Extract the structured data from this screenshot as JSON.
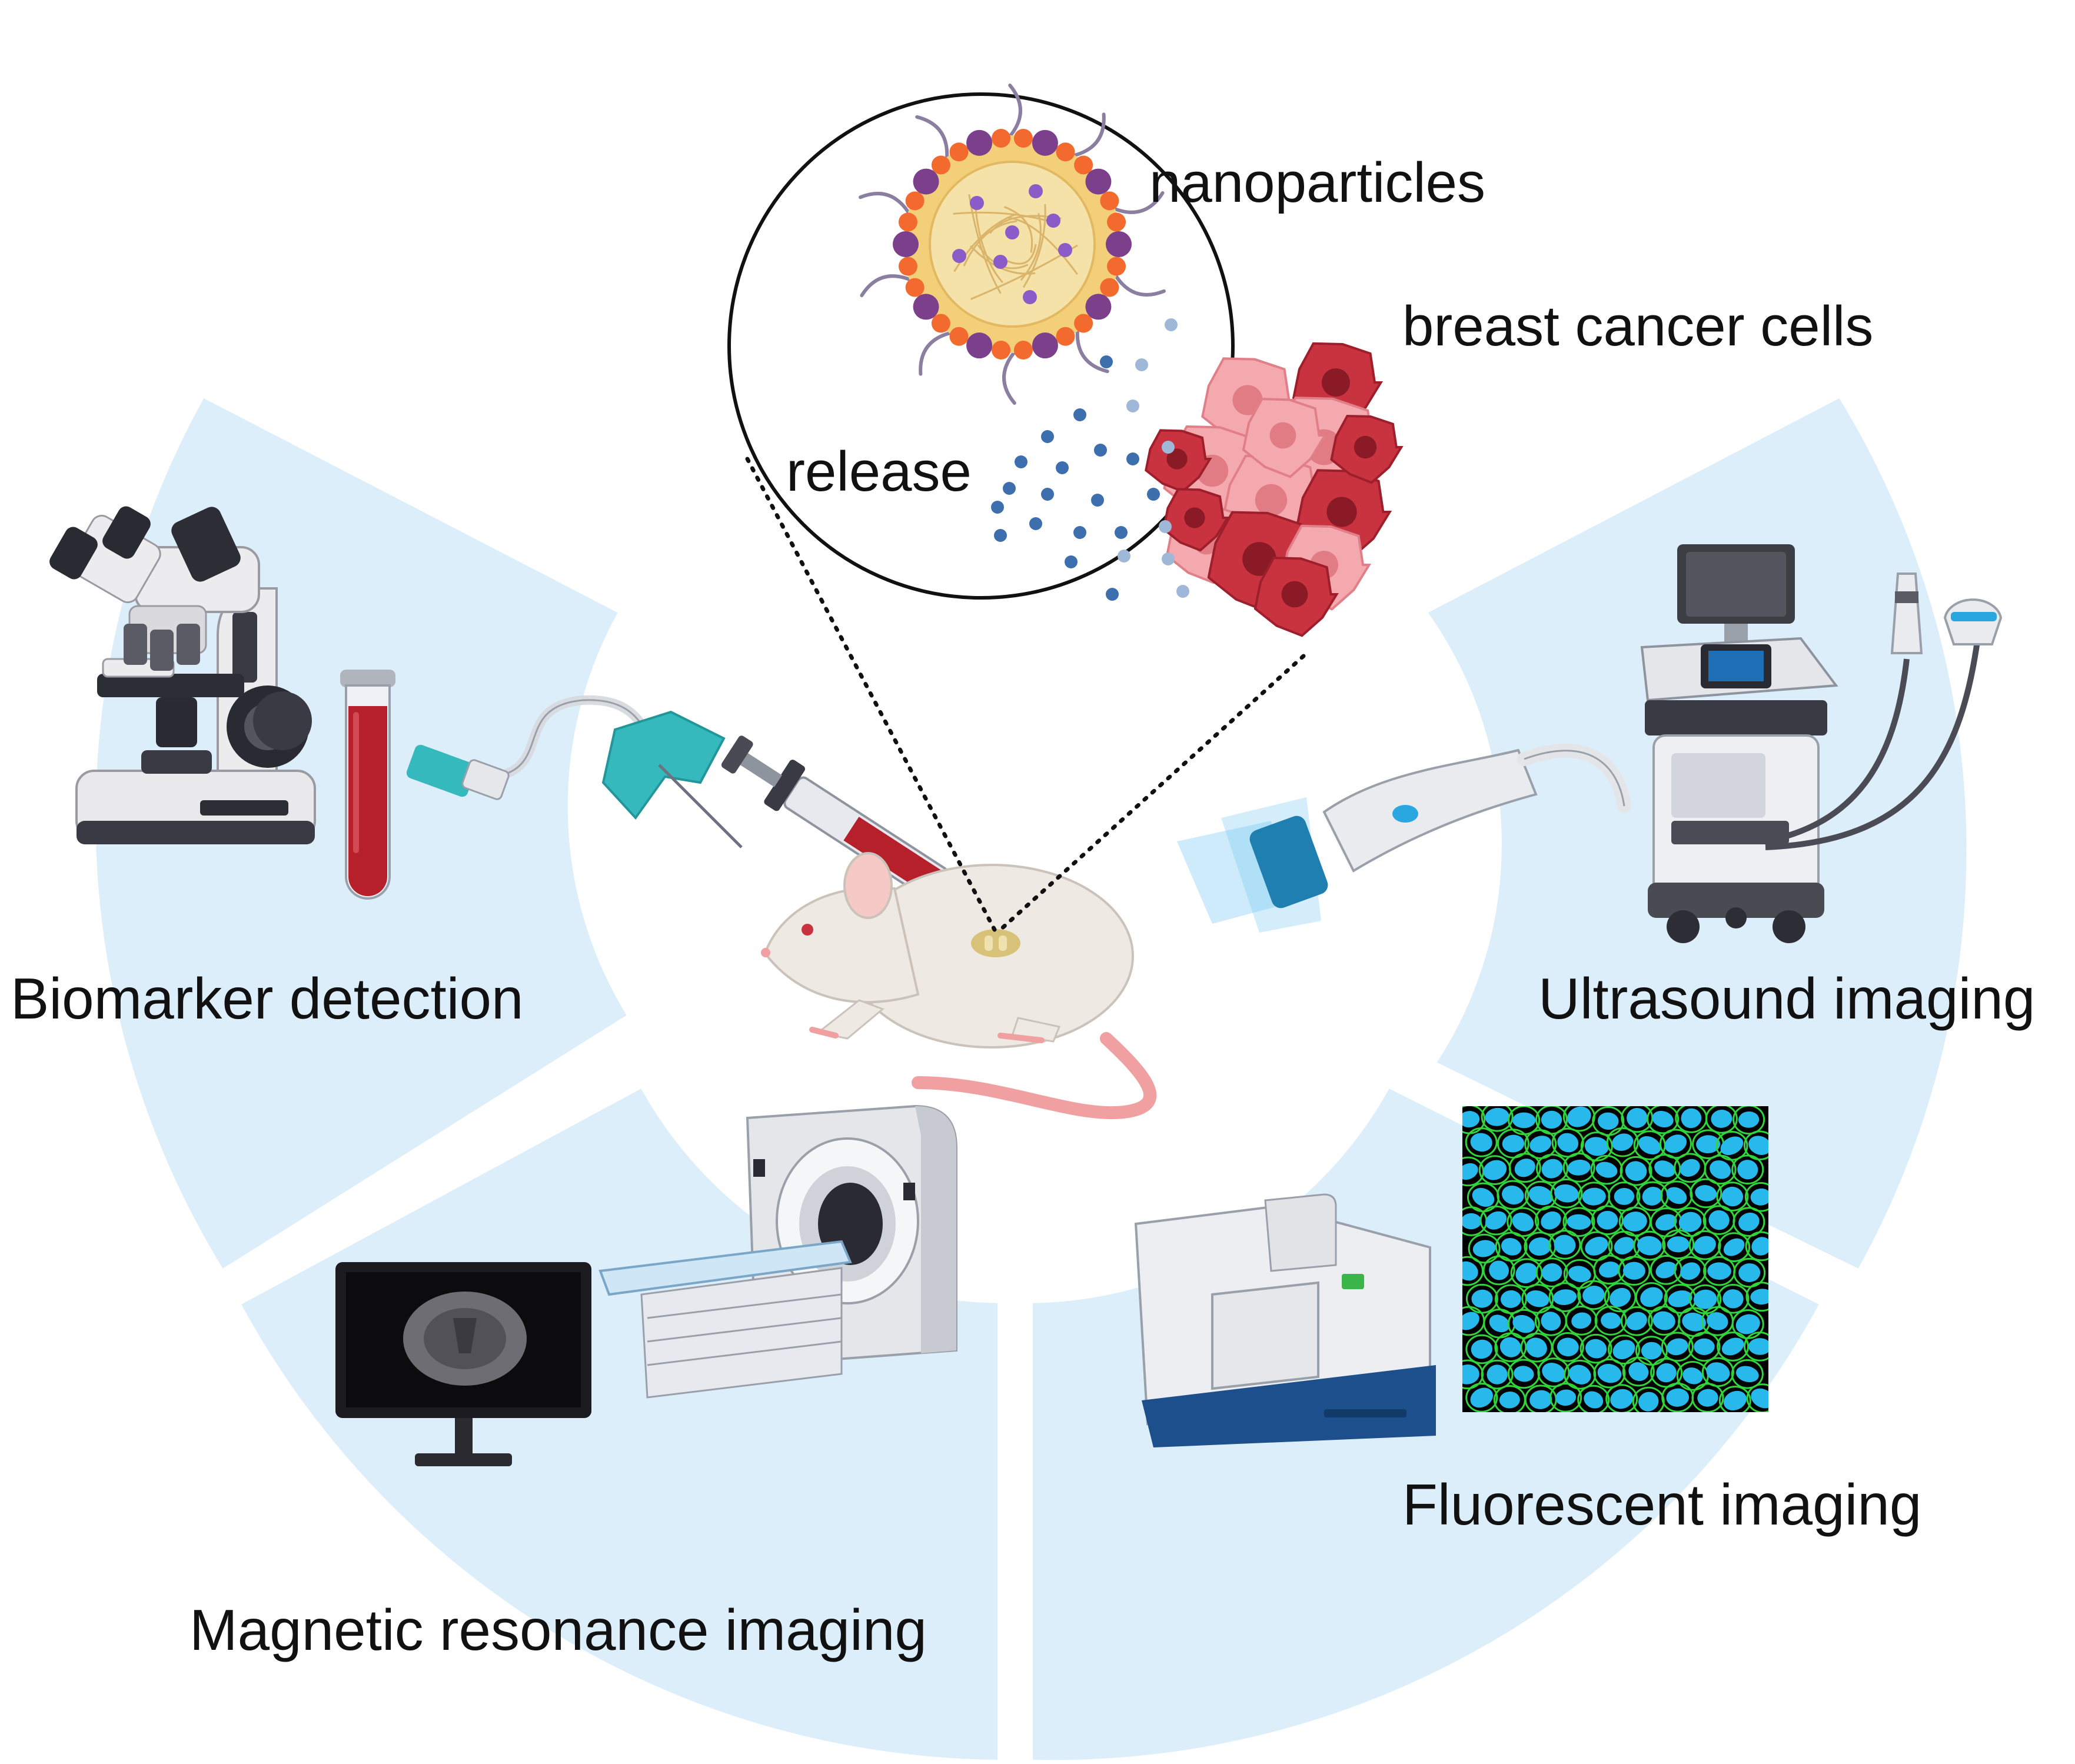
{
  "labels": {
    "nanoparticles": "nanoparticles",
    "breast_cancer_cells": "breast cancer cells",
    "release": "release",
    "biomarker_detection": "Biomarker detection",
    "ultrasound_imaging": "Ultrasound imaging",
    "magnetic_resonance_imaging": "Magnetic resonance imaging",
    "fluorescent_imaging": "Fluorescent imaging"
  },
  "icons": {
    "microscope": "microscope-icon",
    "blood_tube": "blood-tube-icon",
    "butterfly_needle": "butterfly-needle-icon",
    "syringe": "syringe-icon",
    "mouse": "mouse-icon",
    "nanoparticle": "nanoparticle-icon",
    "tumor": "tumor-cells-icon",
    "ultrasound_machine": "ultrasound-machine-icon",
    "ultrasound_probe": "ultrasound-probe-icon",
    "mri_scanner": "mri-scanner-icon",
    "monitor": "monitor-icon",
    "fluorescence_imager": "fluorescence-imager-icon",
    "cell_micrograph": "fluorescent-cell-image-icon"
  },
  "colors": {
    "panel_fill": "#ddeefb",
    "background": "#ffffff",
    "text": "#111111",
    "nanoparticle_shell": "#f26a2d",
    "nanoparticle_core": "#f5e2a8",
    "tumor_light": "#f4a9ae",
    "tumor_dark": "#c9323f",
    "release_dots": "#3d6fae",
    "blood": "#b5202b",
    "butterfly": "#35b9bd",
    "cell_nucleus": "#27b8ec",
    "cell_membrane": "#32d43c"
  }
}
